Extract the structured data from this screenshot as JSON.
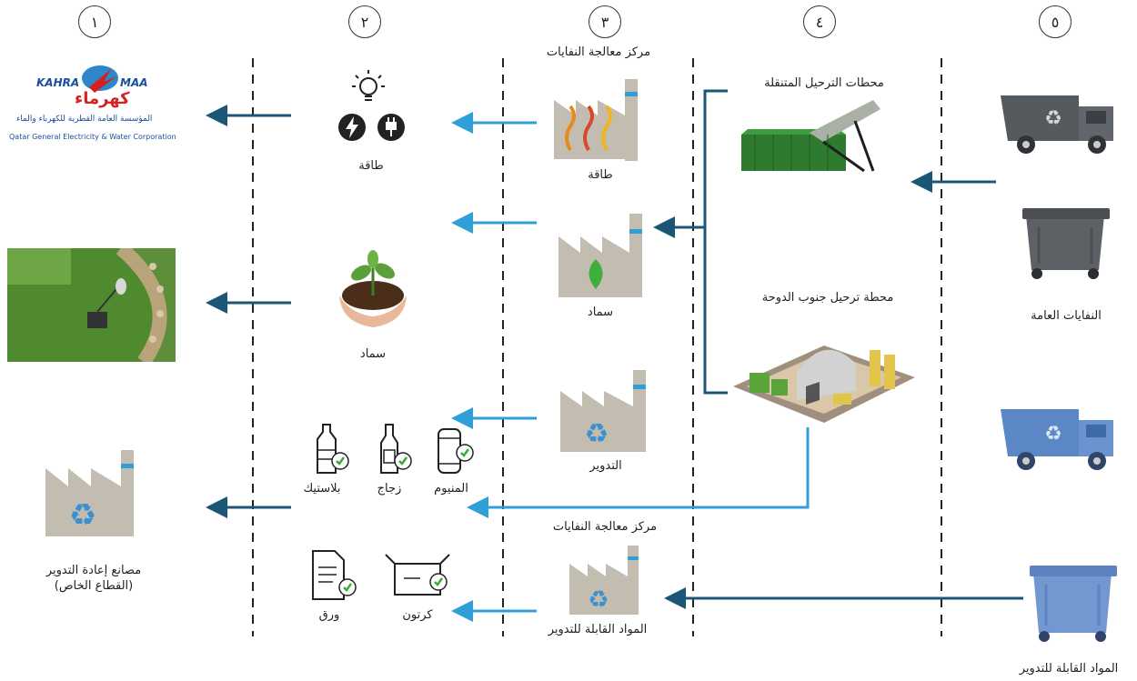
{
  "stages": [
    "١",
    "٢",
    "٣",
    "٤",
    "٥"
  ],
  "labels": {
    "processing_center_top": "مركز معالجة النفايات",
    "processing_center_bottom": "مركز معالجة النفايات",
    "energy_plant": "طاقة",
    "energy_output": "طاقة",
    "compost_plant": "سماد",
    "compost_output": "سماد",
    "recycling_plant": "التدوير",
    "recyclables_plant": "المواد القابلة للتدوير",
    "mobile_stations": "محطات الترحيل المتنقلة",
    "south_doha_station": "محطة ترحيل جنوب الدوحة",
    "general_waste": "النفايات العامة",
    "recyclable_materials": "المواد القابلة للتدوير",
    "plastic": "بلاستيك",
    "glass": "زجاج",
    "aluminium": "المنيوم",
    "cardboard": "كرتون",
    "paper": "ورق",
    "recycling_factories": "مصانع إعادة التدوير",
    "private_sector": "(القطاع الخاص)"
  },
  "logo": {
    "word_left": "KAHRA",
    "word_right": "MAA",
    "arabic": "كهرماء",
    "arabic_sub": "المؤسسة العامة القطرية للكهرباء والماء",
    "english": "Qatar General Electricity & Water Corporation"
  },
  "colors": {
    "arrow_dark": "#1c5677",
    "arrow_light": "#2f9fd8",
    "factory": "#c2bdb0",
    "recycle_blue": "#3d8fcf",
    "truck_gray": "#555a5e",
    "truck_blue": "#5b87c7",
    "bin_gray": "#5d6166",
    "bin_blue": "#7397d1",
    "check_green": "#3aaa35",
    "kahramaa_blue": "#1a4f9c",
    "kahramaa_red": "#d6201f"
  }
}
